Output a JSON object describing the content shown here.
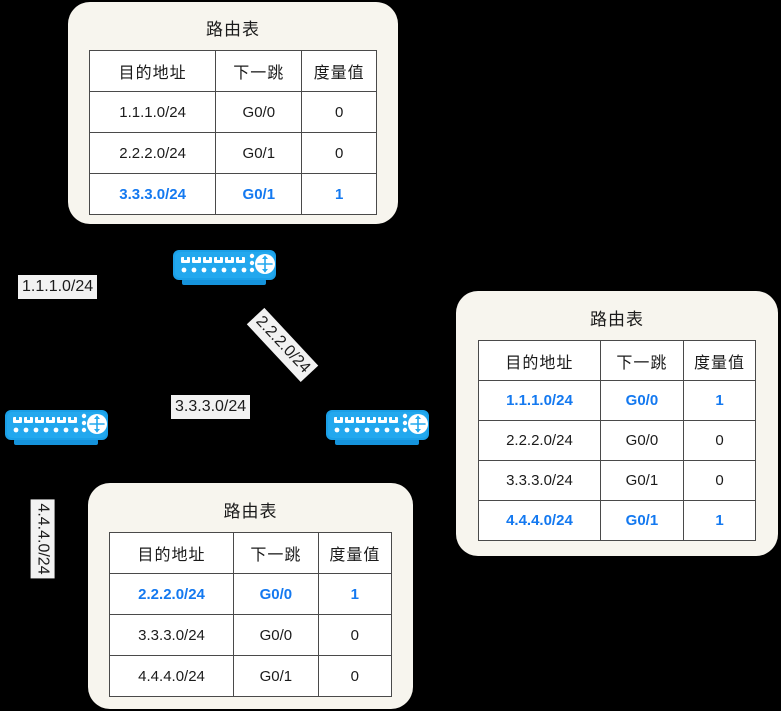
{
  "page": {
    "background_color": "#000000",
    "card_background": "#F7F5EE",
    "highlight_color": "#1479F0",
    "text_color": "#1b1b1b",
    "device_color": "#1BA0E8"
  },
  "tables": {
    "top": {
      "title": "路由表",
      "headers": [
        "目的地址",
        "下一跳",
        "度量值"
      ],
      "rows": [
        {
          "dest": "1.1.1.0/24",
          "hop": "G0/0",
          "metric": "0",
          "highlight": false
        },
        {
          "dest": "2.2.2.0/24",
          "hop": "G0/1",
          "metric": "0",
          "highlight": false
        },
        {
          "dest": "3.3.3.0/24",
          "hop": "G0/1",
          "metric": "1",
          "highlight": true
        }
      ]
    },
    "right": {
      "title": "路由表",
      "headers": [
        "目的地址",
        "下一跳",
        "度量值"
      ],
      "rows": [
        {
          "dest": "1.1.1.0/24",
          "hop": "G0/0",
          "metric": "1",
          "highlight": true
        },
        {
          "dest": "2.2.2.0/24",
          "hop": "G0/0",
          "metric": "0",
          "highlight": false
        },
        {
          "dest": "3.3.3.0/24",
          "hop": "G0/1",
          "metric": "0",
          "highlight": false
        },
        {
          "dest": "4.4.4.0/24",
          "hop": "G0/1",
          "metric": "1",
          "highlight": true
        }
      ]
    },
    "bottom": {
      "title": "路由表",
      "headers": [
        "目的地址",
        "下一跳",
        "度量值"
      ],
      "rows": [
        {
          "dest": "2.2.2.0/24",
          "hop": "G0/0",
          "metric": "1",
          "highlight": true
        },
        {
          "dest": "3.3.3.0/24",
          "hop": "G0/0",
          "metric": "0",
          "highlight": false
        },
        {
          "dest": "4.4.4.0/24",
          "hop": "G0/1",
          "metric": "0",
          "highlight": false
        }
      ]
    }
  },
  "network_labels": {
    "n1": "1.1.1.0/24",
    "n2": "2.2.2.0/24",
    "n3": "3.3.3.0/24",
    "n4": "4.4.4.0/24"
  },
  "devices": [
    {
      "id": "top",
      "icon": "network-switch-icon"
    },
    {
      "id": "left",
      "icon": "network-switch-icon"
    },
    {
      "id": "right",
      "icon": "network-switch-icon"
    }
  ]
}
